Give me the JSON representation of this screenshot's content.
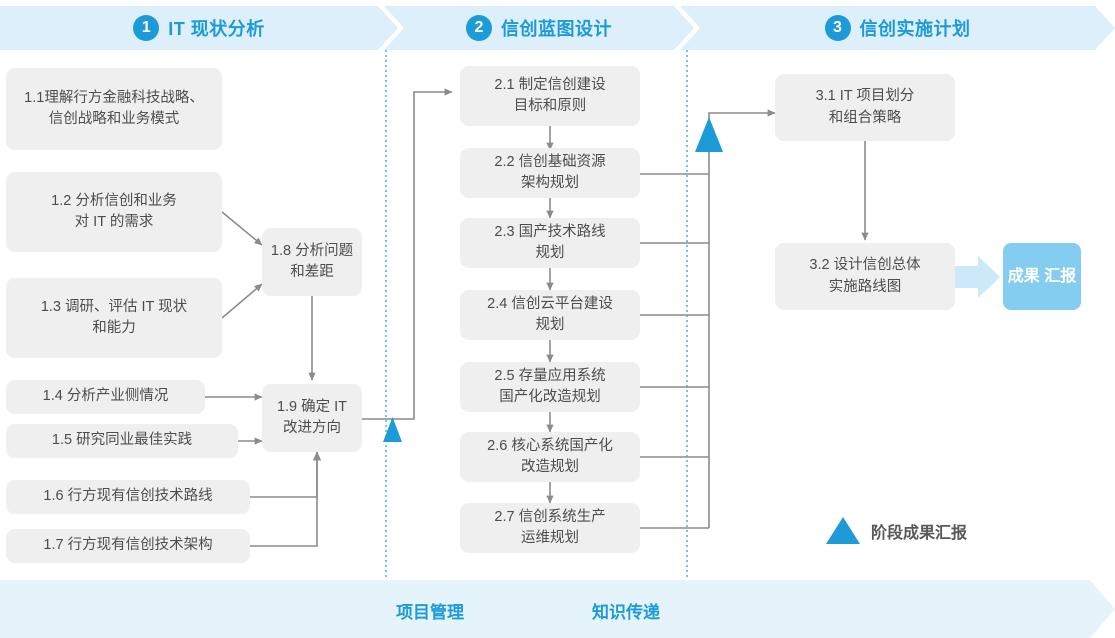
{
  "phases": [
    {
      "number": "1",
      "title": "IT 现状分析",
      "accent": "#1d9bd8"
    },
    {
      "number": "2",
      "title": "信创蓝图设计",
      "accent": "#1d9bd8"
    },
    {
      "number": "3",
      "title": "信创实施计划",
      "accent": "#1d9bd8"
    }
  ],
  "boxes": {
    "b11": {
      "line1": "1.1理解行方金融科技战略、",
      "line2": "信创战略和业务模式"
    },
    "b12": {
      "line1": "1.2 分析信创和业务",
      "line2": "对 IT 的需求"
    },
    "b13": {
      "line1": "1.3 调研、评估 IT 现状",
      "line2": "和能力"
    },
    "b14": {
      "line1": "1.4 分析产业侧情况",
      "line2": ""
    },
    "b15": {
      "line1": "1.5 研究同业最佳实践",
      "line2": ""
    },
    "b16": {
      "line1": "1.6 行方现有信创技术路线",
      "line2": ""
    },
    "b17": {
      "line1": "1.7 行方现有信创技术架构",
      "line2": ""
    },
    "b18": {
      "line1": "1.8 分析问题",
      "line2": "和差距"
    },
    "b19": {
      "line1": "1.9 确定 IT",
      "line2": "改进方向"
    },
    "b21": {
      "line1": "2.1 制定信创建设",
      "line2": "目标和原则"
    },
    "b22": {
      "line1": "2.2 信创基础资源",
      "line2": "架构规划"
    },
    "b23": {
      "line1": "2.3 国产技术路线",
      "line2": "规划"
    },
    "b24": {
      "line1": "2.4 信创云平台建设",
      "line2": "规划"
    },
    "b25": {
      "line1": "2.5 存量应用系统",
      "line2": "国产化改造规划"
    },
    "b26": {
      "line1": "2.6 核心系统国产化",
      "line2": "改造规划"
    },
    "b27": {
      "line1": "2.7 信创系统生产",
      "line2": "运维规划"
    },
    "b31": {
      "line1": "3.1 IT 项目划分",
      "line2": "和组合策略"
    },
    "b32": {
      "line1": "3.2 设计信创总体",
      "line2": "实施路线图"
    }
  },
  "result_box": {
    "line1": "成果",
    "line2": "汇报",
    "color": "#84cdf0"
  },
  "legend": {
    "label": "阶段成果汇报",
    "marker_color": "#1d9bd8"
  },
  "bottom_band": {
    "labels": [
      "项目管理",
      "知识传递"
    ],
    "color": "#e5f4fb",
    "text_color": "#1d9bd8"
  },
  "colors": {
    "box_fill": "#efefef",
    "box_text": "#4d4d4d",
    "connector": "#8c8c8c",
    "divider": "#4ab8e8",
    "banner_fill": "#ddeffa"
  }
}
